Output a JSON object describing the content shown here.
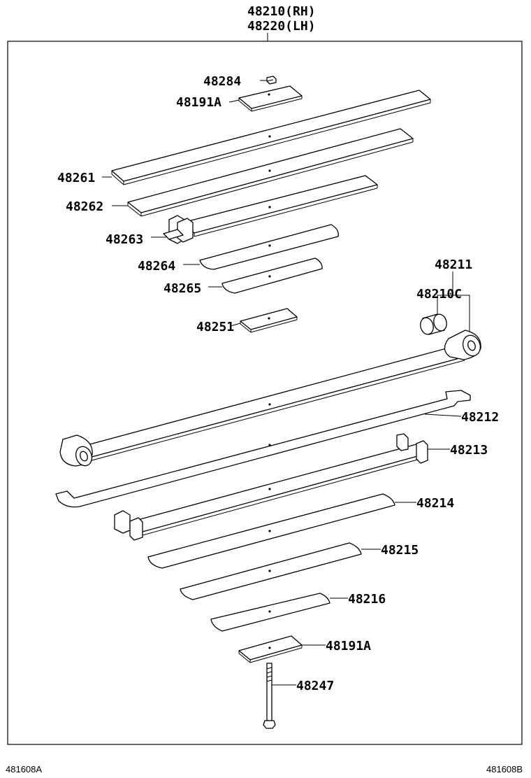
{
  "header": {
    "assembly_rh": "48210(RH)",
    "assembly_lh": "48220(LH)"
  },
  "labels": {
    "p48284": "48284",
    "p48191a_top": "48191A",
    "p48261": "48261",
    "p48262": "48262",
    "p48263": "48263",
    "p48264": "48264",
    "p48265": "48265",
    "p48251": "48251",
    "p48211": "48211",
    "p48210c": "48210C",
    "p48212": "48212",
    "p48213": "48213",
    "p48214": "48214",
    "p48215": "48215",
    "p48216": "48216",
    "p48191a_bottom": "48191A",
    "p48247": "48247"
  },
  "footer": {
    "left_code": "481608A",
    "right_code": "481608B"
  }
}
